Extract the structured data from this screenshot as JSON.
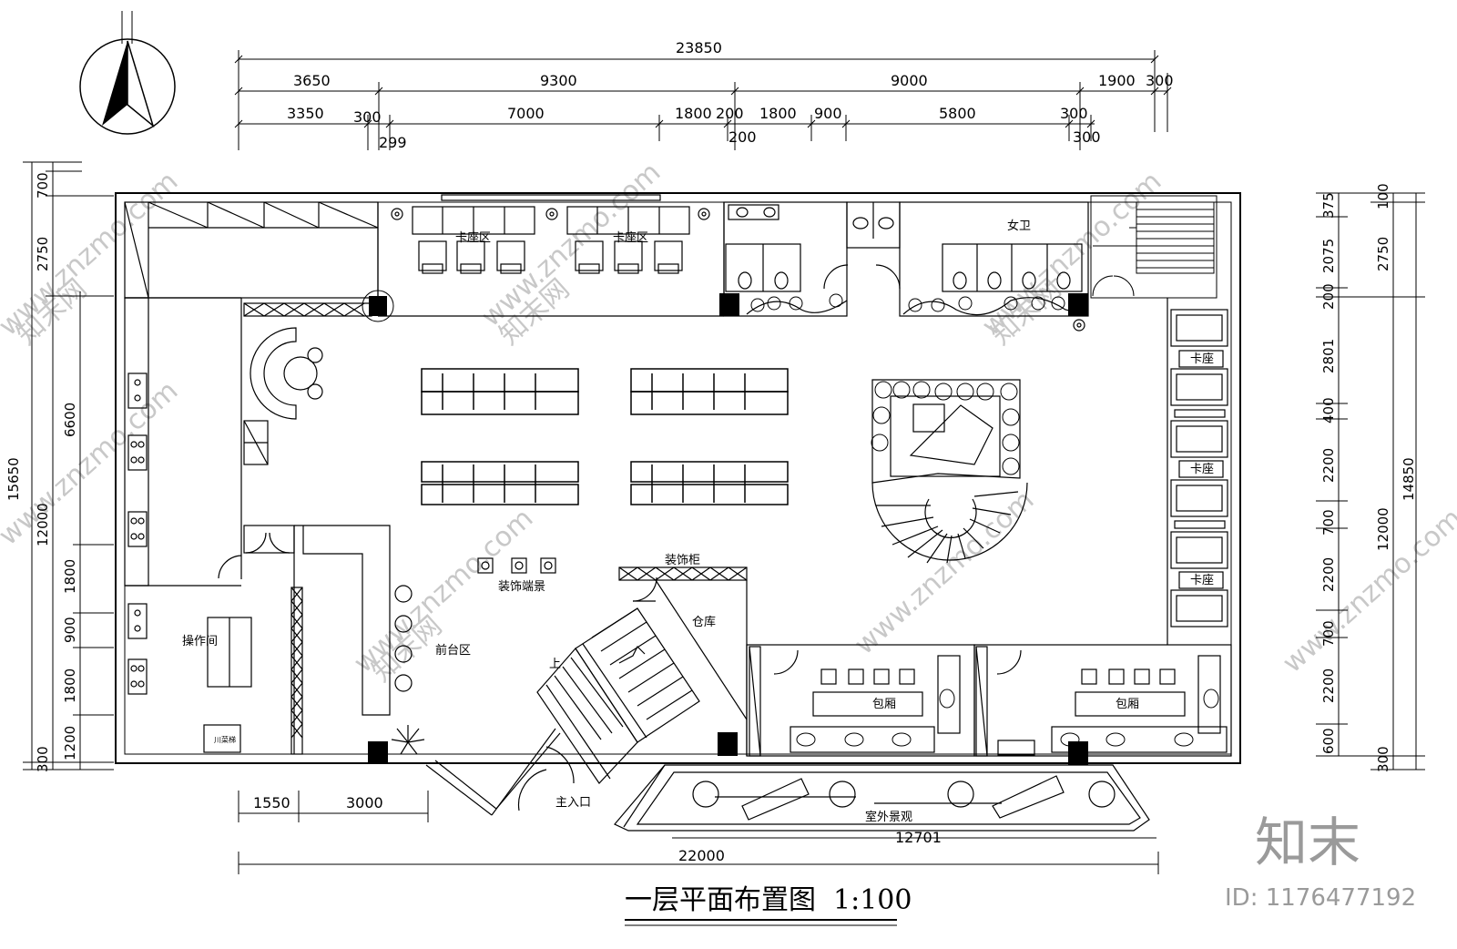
{
  "title": "一层平面布置图",
  "scale": "1:100",
  "watermark_text": "www.znzmo.com",
  "watermark_brand": "知末网",
  "brand_mark": "知末",
  "image_id": "ID: 1176477192",
  "dims_top": {
    "row1": [
      "23850"
    ],
    "row2": [
      "3650",
      "9300",
      "9000",
      "1900",
      "300"
    ],
    "row3": [
      "3350",
      "300",
      "7000",
      "1800",
      "200",
      "1800",
      "900",
      "5800",
      "300"
    ],
    "row3_sub": [
      "299",
      "200",
      "300"
    ]
  },
  "dims_left": {
    "outer": [
      "15650"
    ],
    "inner": [
      "700",
      "2750",
      "6600",
      "12000",
      "1800",
      "900",
      "1800",
      "1200",
      "300"
    ]
  },
  "dims_right": {
    "inner": [
      "375",
      "2075",
      "200",
      "2801",
      "400",
      "2200",
      "700",
      "2200",
      "700",
      "2200",
      "600"
    ],
    "mid": [
      "100",
      "2750",
      "12000",
      "300"
    ],
    "outer": [
      "14850"
    ]
  },
  "dims_bottom": {
    "left": [
      "1550",
      "3000"
    ],
    "long": [
      "12701"
    ],
    "total": [
      "22000"
    ]
  },
  "rooms": {
    "booth_area_1": "卡座区",
    "booth_area_2": "卡座区",
    "womens_wc": "女卫",
    "booth_1": "卡座",
    "booth_2": "卡座",
    "booth_3": "卡座",
    "display_cabinet": "装饰柜",
    "decor_scene": "装饰端景",
    "storage": "仓库",
    "operation_room": "操作间",
    "front_desk": "前台区",
    "stairs_up": "上",
    "private_room_1": "包厢",
    "private_room_2": "包厢",
    "main_entrance": "主入口",
    "outdoor_landscape": "室外景观",
    "dumbwaiter": "川菜梯"
  }
}
